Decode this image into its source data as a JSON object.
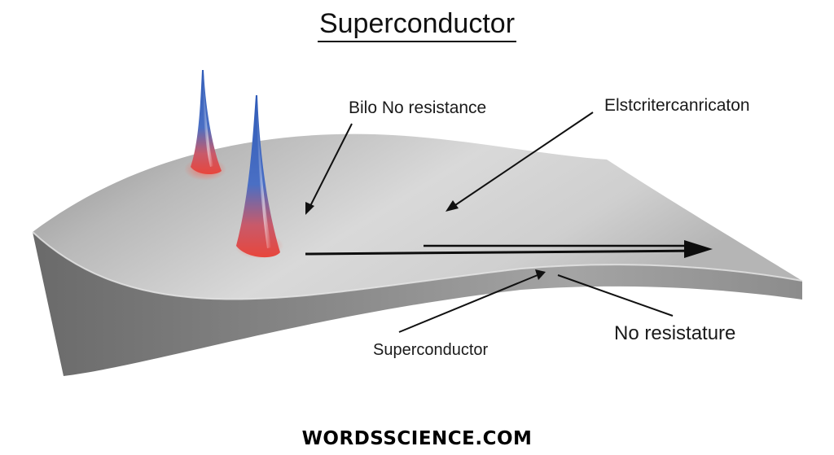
{
  "title": "Superconductor",
  "labels": {
    "top_left": "Bilo No resistance",
    "top_right": "Elstcritercanricaton",
    "bottom_left": "Superconductor",
    "bottom_right": "No resistature"
  },
  "watermark": "WORDSSCIENCE.COM",
  "colors": {
    "slab_light": "#e3e3e3",
    "slab_dark": "#7c7c7c",
    "spike_blue": "#3a5fb5",
    "spike_red": "#e8463c"
  }
}
